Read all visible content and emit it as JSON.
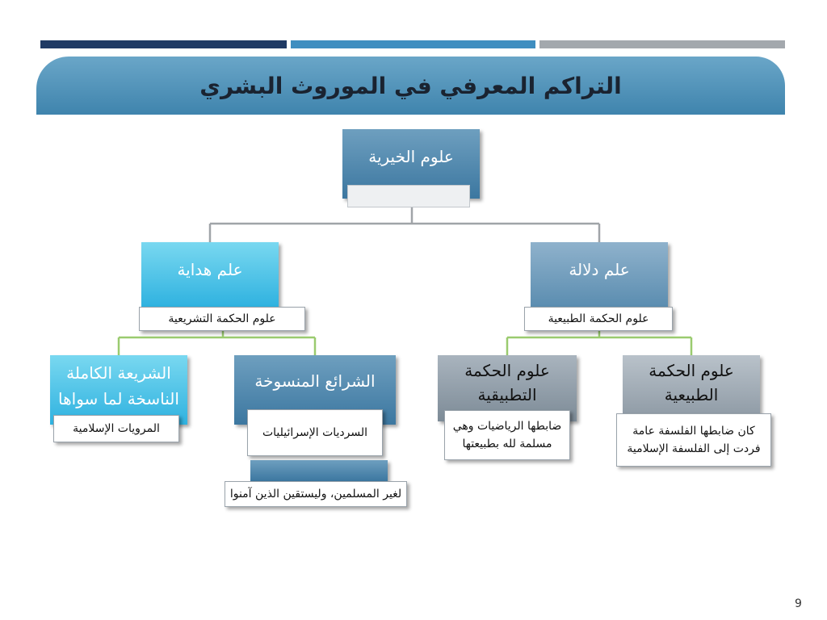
{
  "title": "التراكم المعرفي في الموروث البشري",
  "colors": {
    "bar_dark": "#1f3a64",
    "bar_mid": "#3f8ec0",
    "bar_light": "#a3a8ad",
    "connector_gray": "#a0a4a8",
    "connector_green": "#9acb6f"
  },
  "root": {
    "label": "علوم الخيرية"
  },
  "right_branch": {
    "label": "علم دلالة",
    "sublabel": "علوم الحكمة الطبيعية"
  },
  "left_branch": {
    "label": "علم هداية",
    "sublabel": "علوم الحكمة التشريعية"
  },
  "right_children": [
    {
      "label": "علوم الحكمة الطبيعية",
      "note": "كان ضابطها الفلسفة عامة فردت إلى الفلسفة الإسلامية"
    },
    {
      "label": "علوم الحكمة التطبيقية",
      "note": "ضابطها الرياضيات وهي مسلمة لله بطبيعتها"
    }
  ],
  "left_children": [
    {
      "label": "الشرائع المنسوخة",
      "note": "السرديات الإسرائيليات",
      "extra": "لغير المسلمين، وليستقين الذين آمنوا"
    },
    {
      "label": "الشريعة الكاملة الناسخة لما سواها",
      "note": "المرويات الإسلامية"
    }
  ],
  "page_number": "9"
}
